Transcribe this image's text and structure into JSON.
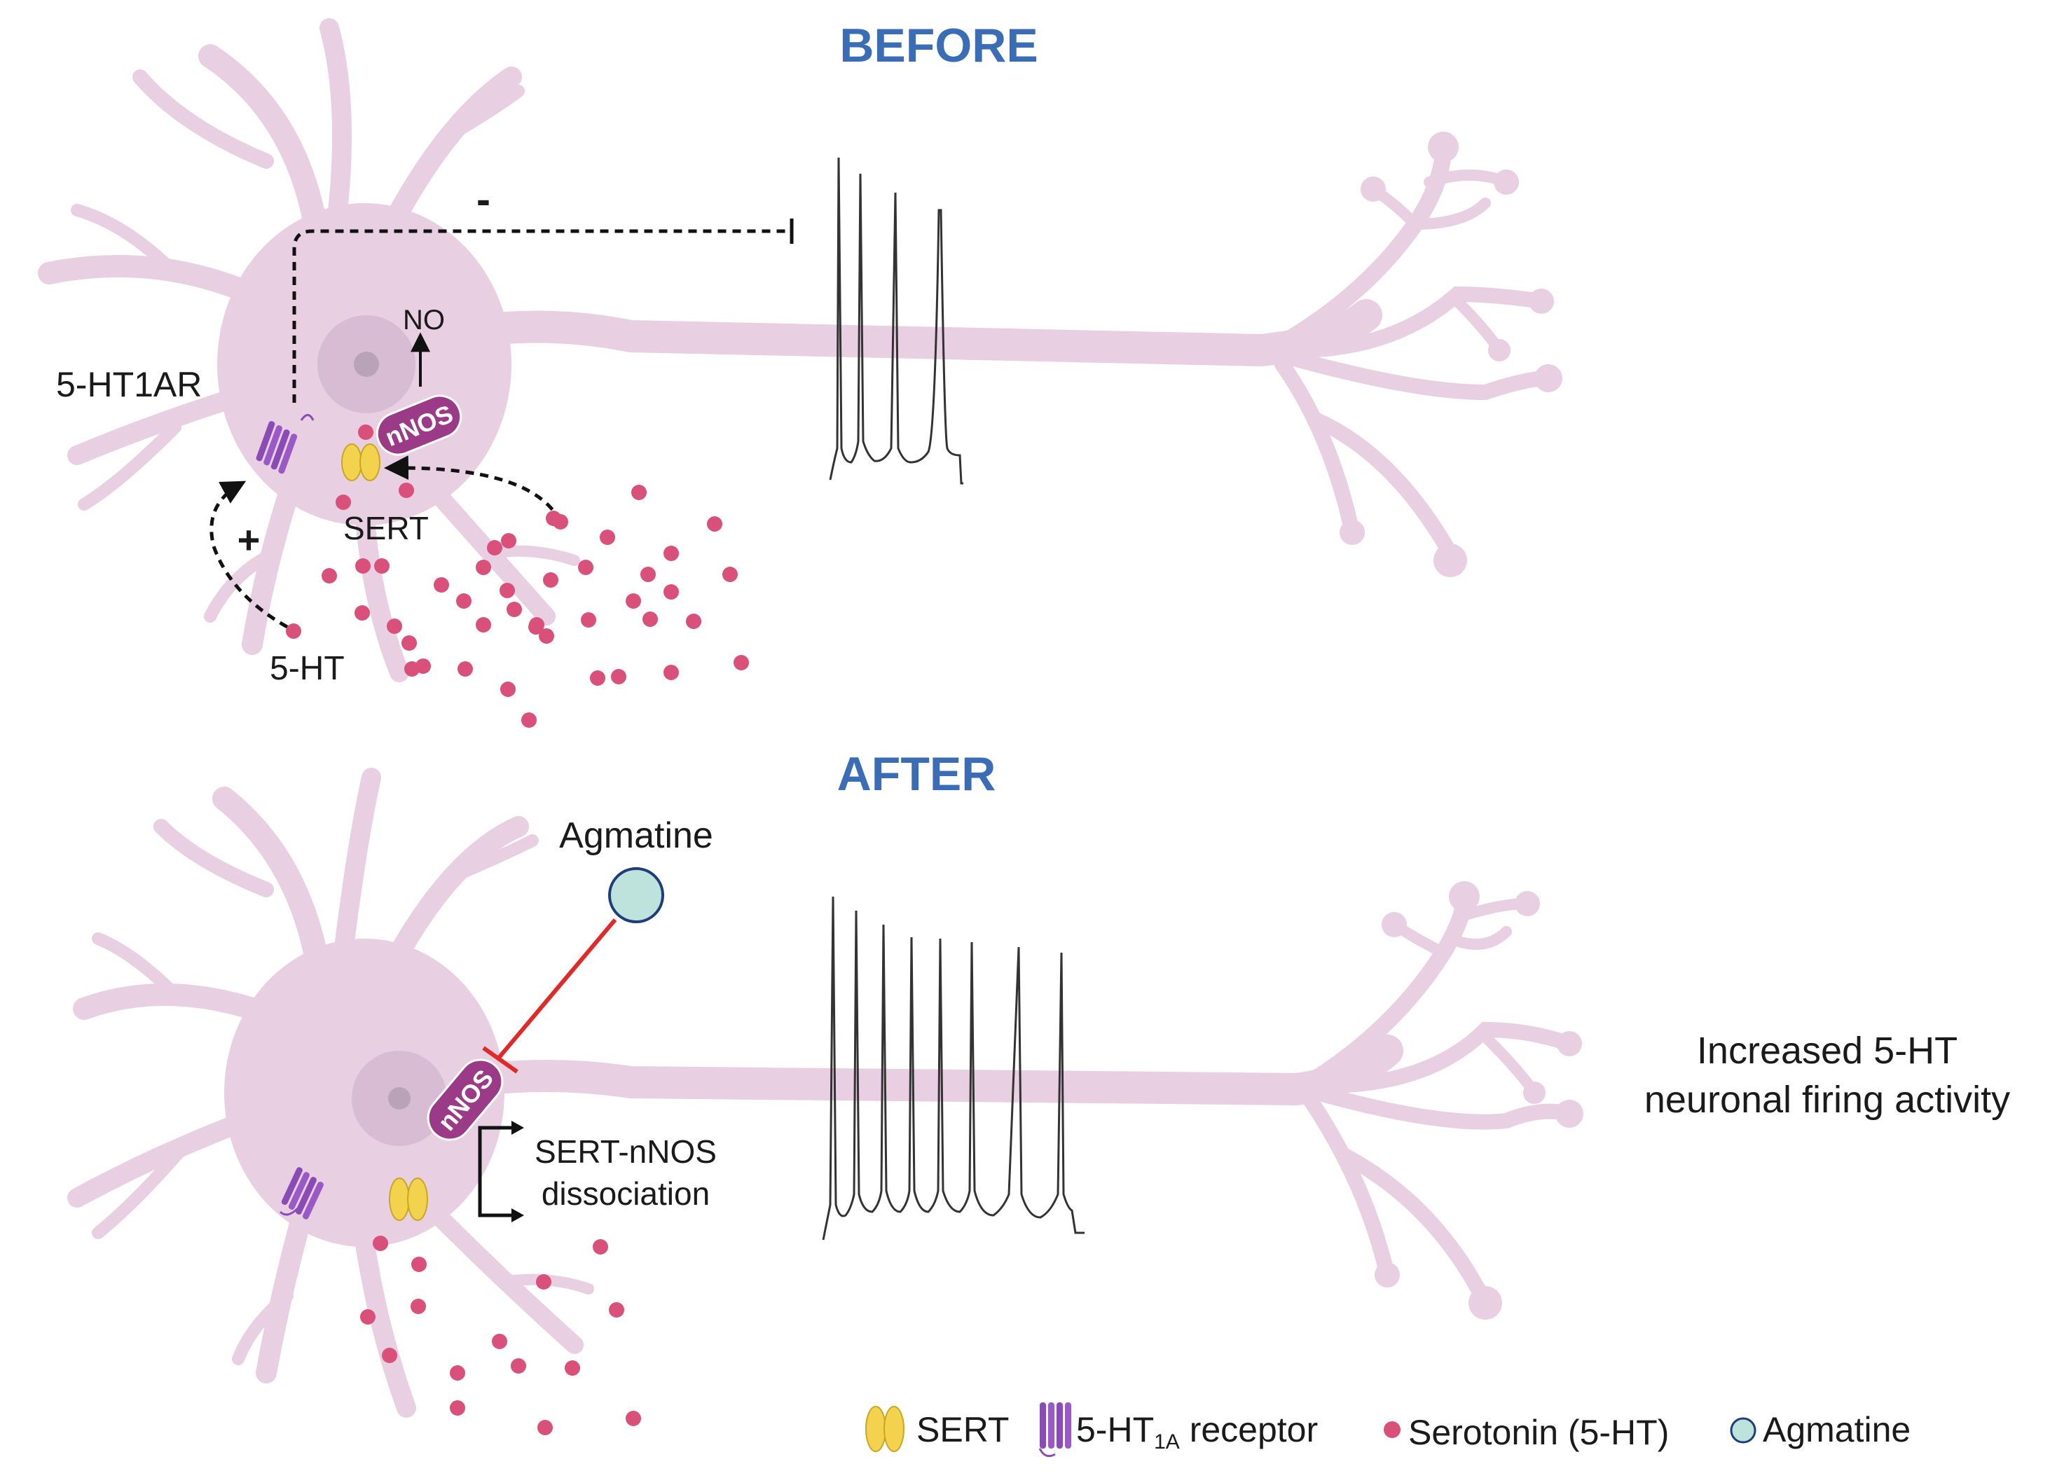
{
  "panels": {
    "before": {
      "title": "BEFORE",
      "receptor_label": "5-HT1AR",
      "sert_label": "SERT",
      "no_label": "NO",
      "nnos_label": "nNOS",
      "serotonin_label": "5-HT",
      "inhibit_sign": "-",
      "activate_sign": "+"
    },
    "after": {
      "title": "AFTER",
      "agmatine_label": "Agmatine",
      "nnos_label": "nNOS",
      "dissociation_label_line1": "SERT-nNOS",
      "dissociation_label_line2": "dissociation",
      "outcome_line1": "Increased 5-HT",
      "outcome_line2": "neuronal firing activity"
    }
  },
  "legend": {
    "sert": "SERT",
    "receptor_main": "5-HT",
    "receptor_sub": "1A",
    "receptor_tail": " receptor",
    "serotonin": "Serotonin (5-HT)",
    "agmatine": "Agmatine"
  },
  "colors": {
    "neuron": "#e8cfe2",
    "nucleus": "#d8bcd4",
    "nucleolus": "#b9a3b8",
    "serotonin": "#d9507a",
    "nnos": "#9b3a86",
    "sert": "#f3d24d",
    "receptor": "#8a4bb5",
    "agmatine": "#bde3dc",
    "title": "#3a6db5",
    "inhibit_red": "#e02a2a"
  },
  "spikes": {
    "before_count": 4,
    "after_count": 8
  }
}
